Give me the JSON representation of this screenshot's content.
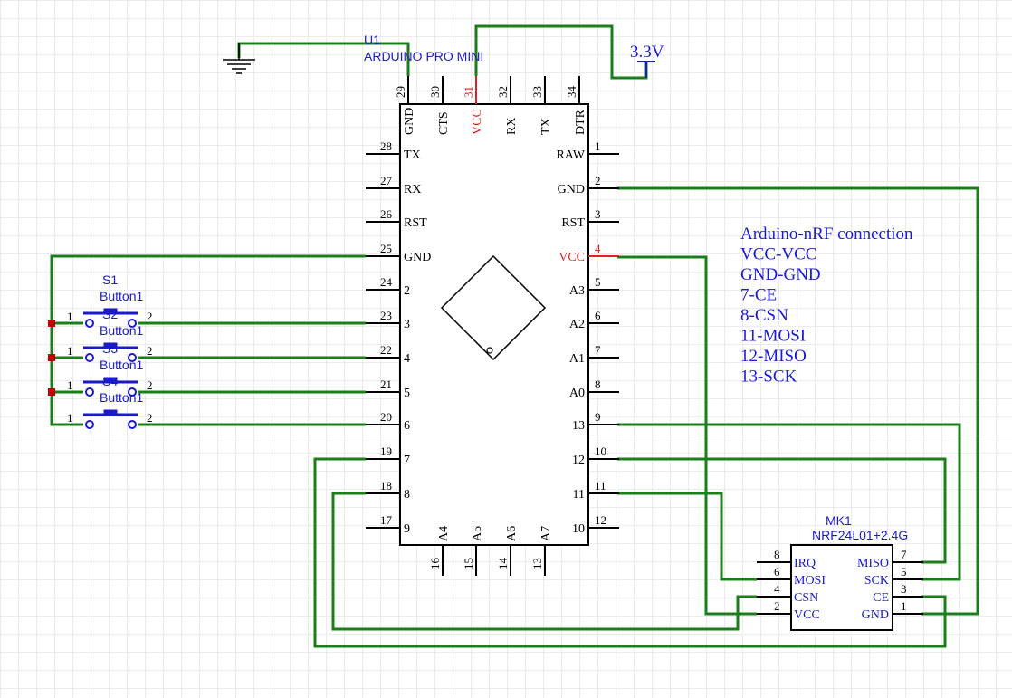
{
  "power": {
    "label": "3.3V"
  },
  "u1": {
    "designator": "U1",
    "part": "ARDUINO PRO MINI",
    "top_pins": [
      {
        "num": "29",
        "name": "GND",
        "red": false
      },
      {
        "num": "30",
        "name": "CTS",
        "red": false
      },
      {
        "num": "31",
        "name": "VCC",
        "red": true
      },
      {
        "num": "32",
        "name": "RX",
        "red": false
      },
      {
        "num": "33",
        "name": "TX",
        "red": false
      },
      {
        "num": "34",
        "name": "DTR",
        "red": false
      }
    ],
    "left_pins": [
      {
        "num": "28",
        "name": "TX"
      },
      {
        "num": "27",
        "name": "RX"
      },
      {
        "num": "26",
        "name": "RST"
      },
      {
        "num": "25",
        "name": "GND"
      },
      {
        "num": "24",
        "name": "2"
      },
      {
        "num": "23",
        "name": "3"
      },
      {
        "num": "22",
        "name": "4"
      },
      {
        "num": "21",
        "name": "5"
      },
      {
        "num": "20",
        "name": "6"
      },
      {
        "num": "19",
        "name": "7"
      },
      {
        "num": "18",
        "name": "8"
      },
      {
        "num": "17",
        "name": "9"
      }
    ],
    "right_pins": [
      {
        "num": "1",
        "name": "RAW",
        "red": false
      },
      {
        "num": "2",
        "name": "GND",
        "red": false
      },
      {
        "num": "3",
        "name": "RST",
        "red": false
      },
      {
        "num": "4",
        "name": "VCC",
        "red": true
      },
      {
        "num": "5",
        "name": "A3",
        "red": false
      },
      {
        "num": "6",
        "name": "A2",
        "red": false
      },
      {
        "num": "7",
        "name": "A1",
        "red": false
      },
      {
        "num": "8",
        "name": "A0",
        "red": false
      },
      {
        "num": "9",
        "name": "13",
        "red": false
      },
      {
        "num": "10",
        "name": "12",
        "red": false
      },
      {
        "num": "11",
        "name": "11",
        "red": false
      },
      {
        "num": "12",
        "name": "10",
        "red": false
      }
    ],
    "bottom_pins": [
      {
        "num": "16",
        "name": "A4"
      },
      {
        "num": "15",
        "name": "A5"
      },
      {
        "num": "14",
        "name": "A6"
      },
      {
        "num": "13",
        "name": "A7"
      }
    ]
  },
  "mk1": {
    "designator": "MK1",
    "part": "NRF24L01+2.4G",
    "left_pins": [
      {
        "num": "8",
        "name": "IRQ"
      },
      {
        "num": "6",
        "name": "MOSI"
      },
      {
        "num": "4",
        "name": "CSN"
      },
      {
        "num": "2",
        "name": "VCC"
      }
    ],
    "right_pins": [
      {
        "num": "7",
        "name": "MISO"
      },
      {
        "num": "5",
        "name": "SCK"
      },
      {
        "num": "3",
        "name": "CE"
      },
      {
        "num": "1",
        "name": "GND"
      }
    ]
  },
  "buttons": [
    {
      "designator": "S1",
      "part": "Button1",
      "pin_left": "1",
      "pin_right": "2"
    },
    {
      "designator": "S2",
      "part": "Button1",
      "pin_left": "1",
      "pin_right": "2"
    },
    {
      "designator": "S3",
      "part": "Button1",
      "pin_left": "1",
      "pin_right": "2"
    },
    {
      "designator": "S4",
      "part": "Button1",
      "pin_left": "1",
      "pin_right": "2"
    }
  ],
  "note": {
    "lines": [
      "Arduino-nRF connection",
      "VCC-VCC",
      "GND-GND",
      "7-CE",
      "8-CSN",
      "11-MOSI",
      "12-MISO",
      "13-SCK"
    ]
  },
  "colors": {
    "wire": "#1a7f1a",
    "pin": "#000000",
    "power_pin": "#e02020",
    "label_blue": "#1a1acc",
    "junction": "#c00000",
    "grid": "#ececec"
  }
}
